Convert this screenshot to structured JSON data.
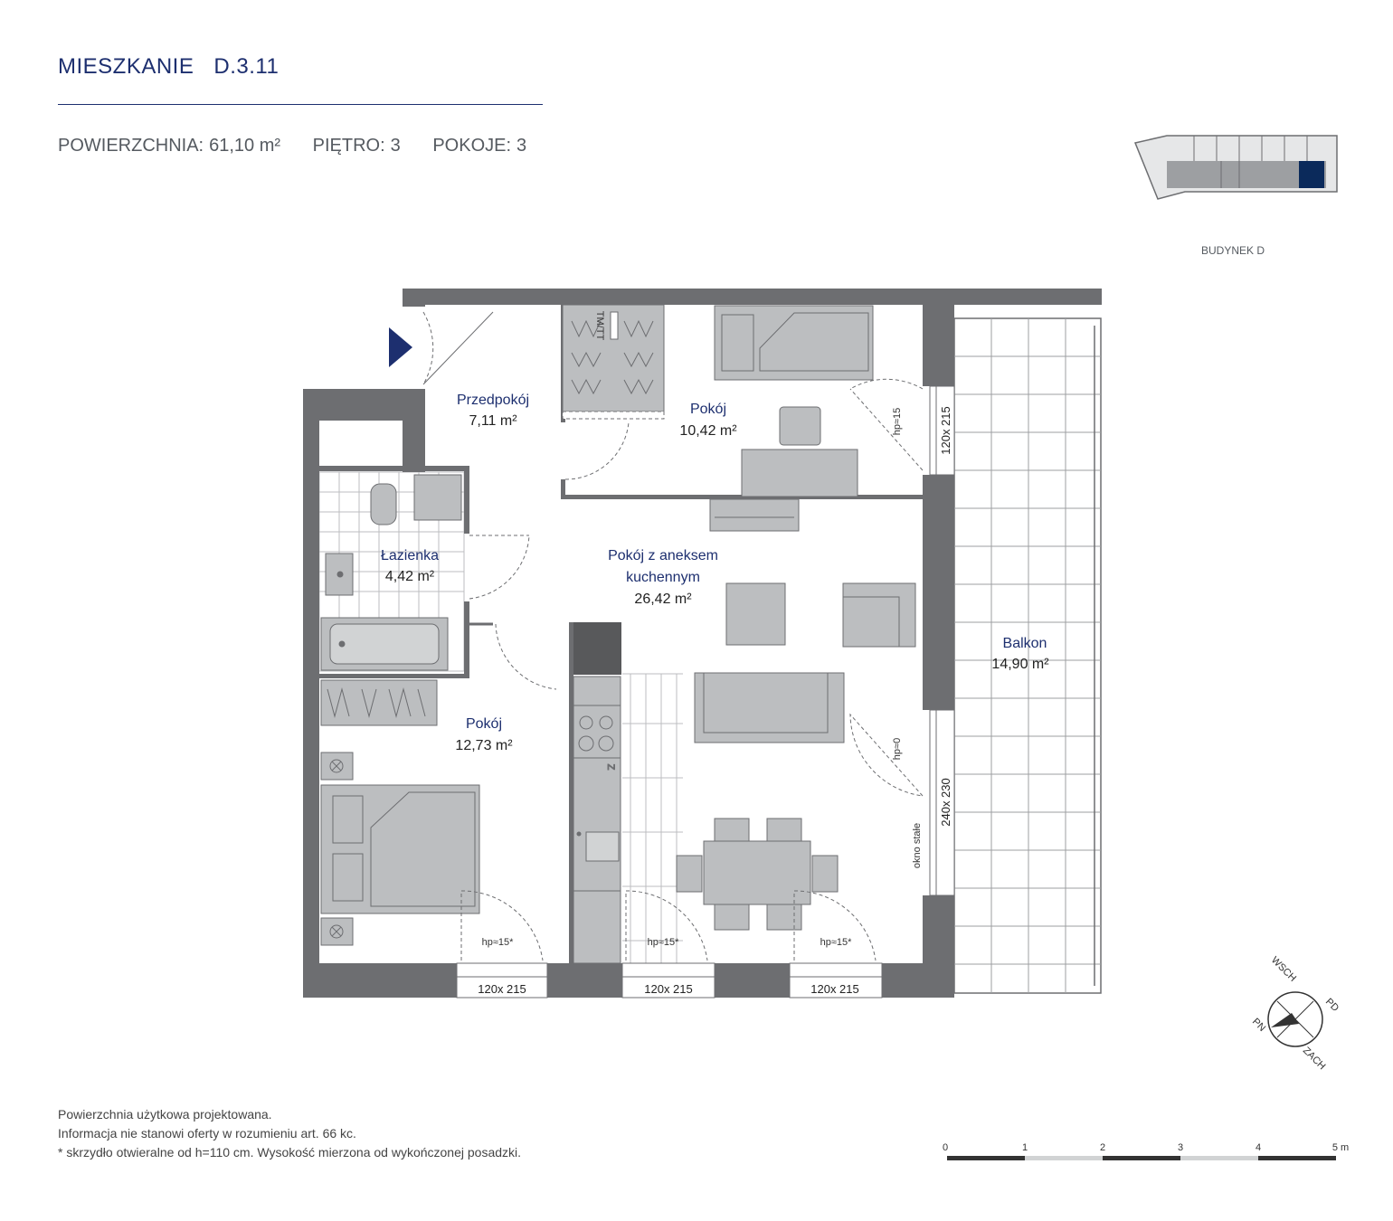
{
  "header": {
    "title": "MIESZKANIE",
    "code": "D.3.11",
    "area_label": "POWIERZCHNIA:",
    "area_value": "61,10 m²",
    "floor_label": "PIĘTRO:",
    "floor_value": "3",
    "rooms_label": "POKOJE:",
    "rooms_value": "3"
  },
  "building": {
    "label": "BUDYNEK D"
  },
  "rooms": [
    {
      "name": "Przedpokój",
      "area": "7,11 m²"
    },
    {
      "name": "Pokój",
      "area": "10,42 m²"
    },
    {
      "name": "Łazienka",
      "area": "4,42 m²"
    },
    {
      "name_line1": "Pokój z aneksem",
      "name_line2": "kuchennym",
      "area": "26,42 m²"
    },
    {
      "name": "Balkon",
      "area": "14,90 m²"
    },
    {
      "name": "Pokój",
      "area": "12,73 m²"
    }
  ],
  "windows": {
    "top_right": "120x 215",
    "top_right_sill": "hp≈15",
    "mid_right": "240x 230",
    "mid_right_sill": "hp≈0",
    "fixed": "okno stałe",
    "bottom": [
      "120x 215",
      "120x 215",
      "120x 215"
    ],
    "bottom_sill": [
      "hp≈15*",
      "hp≈15*",
      "hp≈15*"
    ]
  },
  "fixtures": {
    "wardrobe_mark": "TM/TT",
    "fridge_mark": "Z"
  },
  "compass": {
    "east": "WSCH",
    "south": "PD",
    "north": "PN",
    "west": "ZACH"
  },
  "scale": {
    "ticks": [
      "0",
      "1",
      "2",
      "3",
      "4",
      "5 m"
    ]
  },
  "notes": [
    "Powierzchnia użytkowa projektowana.",
    "Informacja nie stanowi oferty w rozumieniu art. 66 kc.",
    "* skrzydło otwieralne od h=110 cm. Wysokość mierzona od wykończonej posadzki."
  ],
  "colors": {
    "accent": "#1d2f6f",
    "wall": "#6d6e71",
    "furniture": "#bcbec0",
    "highlight": "#0b2a5b"
  }
}
